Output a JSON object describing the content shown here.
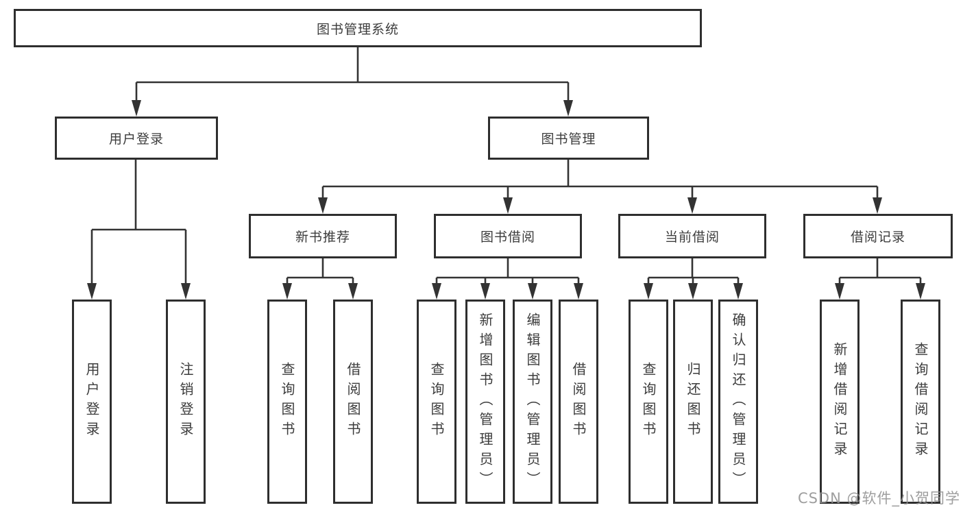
{
  "diagram": {
    "root": {
      "label": "图书管理系统"
    },
    "level2": {
      "user_login": {
        "label": "用户登录"
      },
      "book_mgmt": {
        "label": "图书管理"
      }
    },
    "level3": {
      "new_book_rec": {
        "label": "新书推荐"
      },
      "book_borrow": {
        "label": "图书借阅"
      },
      "current_borrow": {
        "label": "当前借阅"
      },
      "borrow_records": {
        "label": "借阅记录"
      }
    },
    "level4": {
      "login": {
        "label": "用户登录"
      },
      "logout": {
        "label": "注销登录"
      },
      "rec_query_books": {
        "label": "查询图书"
      },
      "rec_borrow_books": {
        "label": "借阅图书"
      },
      "bb_query_books": {
        "label": "查询图书"
      },
      "bb_add_books": {
        "label": "新增图书（管理员）"
      },
      "bb_edit_books": {
        "label": "编辑图书（管理员）"
      },
      "bb_borrow_books": {
        "label": "借阅图书"
      },
      "cb_query_books": {
        "label": "查询图书"
      },
      "cb_return_books": {
        "label": "归还图书"
      },
      "cb_confirm_return": {
        "label": "确认归还（管理员）"
      },
      "br_add_record": {
        "label": "新增借阅记录"
      },
      "br_query_record": {
        "label": "查询借阅记录"
      }
    },
    "watermark": "CSDN @软件_小贺同学",
    "colors": {
      "line": "#333333",
      "border": "#2e2e2e",
      "text": "#3c3c3c",
      "watermark": "#919191",
      "background": "#ffffff"
    }
  }
}
